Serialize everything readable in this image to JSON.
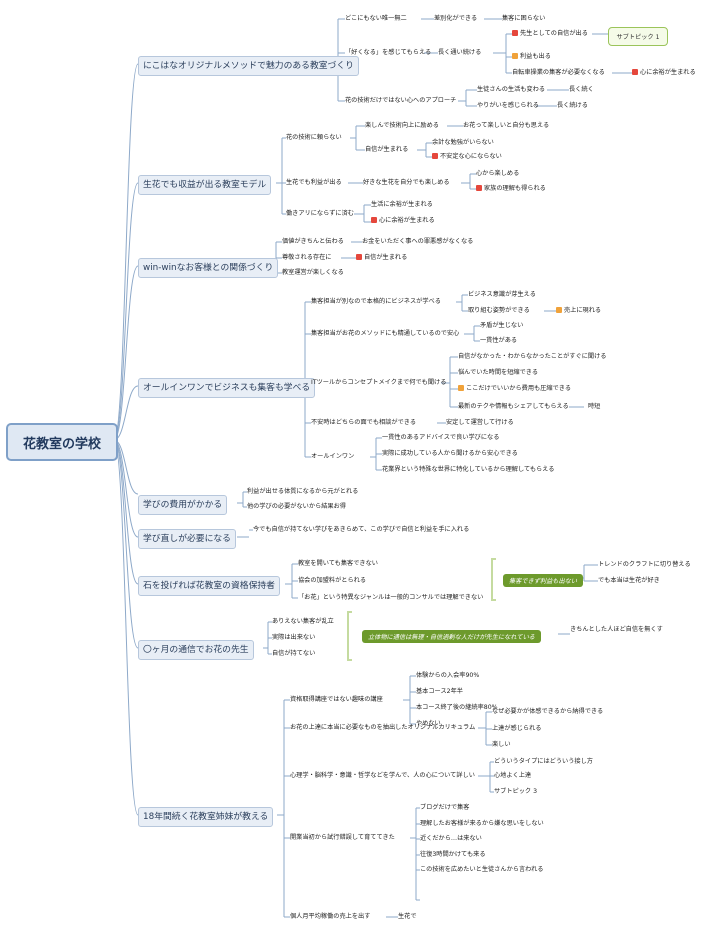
{
  "root": "花教室の学校",
  "b1": {
    "label": "にこはなオリジナルメソッドで魅力のある教室づくり",
    "c1": "どこにもない唯一無二",
    "c1a": "差別化ができる",
    "c1b": "集客に困らない",
    "c2": "「好くなる」を感じてもらえる",
    "c2a": "長く通い続ける",
    "c2b": "先生としての自信が出る",
    "c2c": "サブトピック 1",
    "c2d": "利益も出る",
    "c2e": "自転車操業の集客が必要なくなる",
    "c2f": "心に余裕が生まれる",
    "c3": "花の技術だけではない心へのアプローチ",
    "c3a": "生徒さんの生活も変わる",
    "c3b": "長く続く",
    "c3c": "やりがいを感じられる",
    "c3d": "長く続ける"
  },
  "b2": {
    "label": "生花でも収益が出る教室モデル",
    "c1": "花の技術に頼らない",
    "c1a": "楽しんで技術向上に励める",
    "c1b": "お花って楽しいと自分も思える",
    "c1c": "自信が生まれる",
    "c1d": "余計な勉強がいらない",
    "c1e": "不安定な心にならない",
    "c2": "生花でも利益が出る",
    "c2a": "好きな生花を自分でも楽しめる",
    "c2b": "心から楽しめる",
    "c2c": "家族の理解も得られる",
    "c3": "働きアリにならずに済む",
    "c3a": "生活に余裕が生まれる",
    "c3b": "心に余裕が生まれる"
  },
  "b3": {
    "label": "win-winなお客様との関係づくり",
    "c1": "価値がきちんと伝わる",
    "c1a": "お金をいただく事への罪悪感がなくなる",
    "c2": "尊敬される存在に",
    "c2a": "自信が生まれる",
    "c3": "教室運営が楽しくなる"
  },
  "b4": {
    "label": "オールインワンでビジネスも集客も学べる",
    "c1": "集客担当が別なので本格的にビジネスが学べる",
    "c1a": "ビジネス意識が芽生える",
    "c1b": "取り組む姿勢ができる",
    "c1c": "売上に現れる",
    "c2": "集客担当がお花のメソッドにも精通しているので安心",
    "c2a": "矛盾が生じない",
    "c2b": "一貫性がある",
    "c3": "ITツールからコンセプトメイクまで何でも聞ける",
    "c3a": "自信がなかった・わからなかったことがすぐに聞ける",
    "c3b": "悩んでいた時間を短縮できる",
    "c3c": "ここだけでいいから費用も圧縮できる",
    "c3d": "最新のテクや情報もシェアしてもらえる",
    "c3e": "時短",
    "c4": "不安時はどちらの面でも相談ができる",
    "c4a": "安定して運営して行ける",
    "c5": "オールインワン",
    "c5a": "一貫性のあるアドバイスで良い学びになる",
    "c5b": "実際に成功している人から聞けるから安心できる",
    "c5c": "花業界という特殊な世界に特化しているから理解してもらえる"
  },
  "b5": {
    "label": "学びの費用がかかる",
    "c1": "利益が出せる体質になるから元がとれる",
    "c2": "他の学びの必要がないから結果お得"
  },
  "b6": {
    "label": "学び直しが必要になる",
    "c1": "今でも自信が持てない学びをあきらめて、この学びで自信と利益を手に入れる"
  },
  "b7": {
    "label": "石を投げれば花教室の資格保持者",
    "c1": "教室を開いても集客できない",
    "c2": "協会の加盟料がとられる",
    "c3": "「お花」という特異なジャンルは一般的コンサルでは理解できない",
    "callout": "集客できず利益も出ない",
    "r1": "トレンドのクラフトに切り替える",
    "r2": "でも本当は生花が好き"
  },
  "b8": {
    "label": "〇ヶ月の通信でお花の先生",
    "c1": "ありえない集客が乱立",
    "c2": "実際は出来ない",
    "c3": "自信が持てない",
    "callout": "立体物に通信は無理・自信過剰な人だけが先生になれている",
    "r1": "きちんとした人ほど自信を無くす"
  },
  "b9": {
    "label": "18年間続く花教室姉妹が教える",
    "c1": "資格取得講座ではない趣味の講座",
    "c1a": "体験からの入会率90%",
    "c1b": "基本コース2年半",
    "c1c": "本コース終了後の継続率80%",
    "c1d": "やめない",
    "c2": "お花の上達に本当に必要なものを抽出したオリジナルカリキュラム",
    "c2a": "なぜ必要かが体感できるから納得できる",
    "c2b": "上達が感じられる",
    "c2c": "楽しい",
    "c3": "心理学・脳科学・意識・哲学などを学んで、人の心について詳しい",
    "c3a": "どういうタイプにはどういう接し方",
    "c3b": "心地よく上達",
    "c3c": "サブトピック 3",
    "c4": "開業当初から試行錯誤して育ててきた",
    "c4a": "ブログだけで集客",
    "c4b": "理解したお客様が来るから嫌な思いをしない",
    "c4c": "近くだから…は来ない",
    "c4d": "往復3時間かけても来る",
    "c4e": "この技術を広めたいと生徒さんから言われる",
    "c5": "個人月平均稼働の売上を出す",
    "c5a": "生花で"
  }
}
